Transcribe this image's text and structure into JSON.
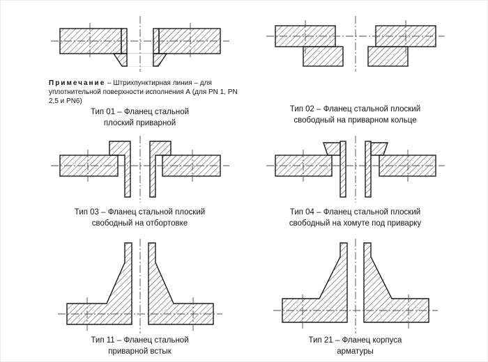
{
  "page": {
    "background": "#ffffff",
    "line_color": "#1a1a1a"
  },
  "note": {
    "label": "Примечание",
    "text": " – Штрихпунктирная линия – для уплотнительной поверхности исполнения А (для PN 1, PN 2,5 и PN6)"
  },
  "figures": [
    {
      "id": "type-01",
      "caption_line1": "Тип 01 – Фланец стальной",
      "caption_line2": "плоский приварной"
    },
    {
      "id": "type-02",
      "caption_line1": "Тип 02 – Фланец стальной плоский",
      "caption_line2": "свободный на приварном кольце"
    },
    {
      "id": "type-03",
      "caption_line1": "Тип 03 – Фланец стальной плоский",
      "caption_line2": "свободный на отбортовке"
    },
    {
      "id": "type-04",
      "caption_line1": "Тип 04 – Фланец стальной плоский",
      "caption_line2": "свободный на хомуте под приварку"
    },
    {
      "id": "type-11",
      "caption_line1": "Тип 11 – Фланец стальной",
      "caption_line2": "приварной встык"
    },
    {
      "id": "type-21",
      "caption_line1": "Тип 21 – Фланец корпуса",
      "caption_line2": "арматуры"
    }
  ]
}
